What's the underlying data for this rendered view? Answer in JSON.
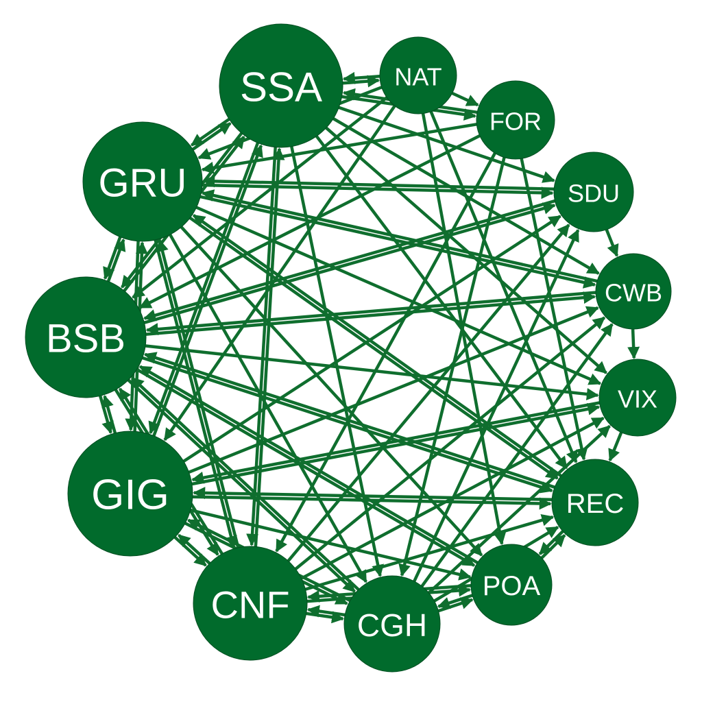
{
  "colors": {
    "node_fill": "#016b2c",
    "edge": "#0f6e2e",
    "label": "#ffffff",
    "background": "#ffffff"
  },
  "nodes": [
    {
      "id": "SSA",
      "label": "SSA"
    },
    {
      "id": "NAT",
      "label": "NAT"
    },
    {
      "id": "FOR",
      "label": "FOR"
    },
    {
      "id": "SDU",
      "label": "SDU"
    },
    {
      "id": "CWB",
      "label": "CWB"
    },
    {
      "id": "VIX",
      "label": "VIX"
    },
    {
      "id": "REC",
      "label": "REC"
    },
    {
      "id": "POA",
      "label": "POA"
    },
    {
      "id": "CGH",
      "label": "CGH"
    },
    {
      "id": "CNF",
      "label": "CNF"
    },
    {
      "id": "GIG",
      "label": "GIG"
    },
    {
      "id": "BSB",
      "label": "BSB"
    },
    {
      "id": "GRU",
      "label": "GRU"
    }
  ],
  "edges": [
    {
      "from": "SSA",
      "to": "NAT"
    },
    {
      "from": "NAT",
      "to": "SSA"
    },
    {
      "from": "SSA",
      "to": "FOR"
    },
    {
      "from": "FOR",
      "to": "SSA"
    },
    {
      "from": "SSA",
      "to": "GRU"
    },
    {
      "from": "GRU",
      "to": "SSA"
    },
    {
      "from": "SSA",
      "to": "BSB"
    },
    {
      "from": "BSB",
      "to": "SSA"
    },
    {
      "from": "SSA",
      "to": "CNF"
    },
    {
      "from": "CNF",
      "to": "SSA"
    },
    {
      "from": "SSA",
      "to": "GIG"
    },
    {
      "from": "GIG",
      "to": "SSA"
    },
    {
      "from": "SSA",
      "to": "CGH"
    },
    {
      "from": "SSA",
      "to": "REC"
    },
    {
      "from": "SSA",
      "to": "VIX"
    },
    {
      "from": "SSA",
      "to": "CWB"
    },
    {
      "from": "SSA",
      "to": "SDU"
    },
    {
      "from": "NAT",
      "to": "FOR"
    },
    {
      "from": "NAT",
      "to": "GRU"
    },
    {
      "from": "NAT",
      "to": "BSB"
    },
    {
      "from": "NAT",
      "to": "REC"
    },
    {
      "from": "NAT",
      "to": "POA"
    },
    {
      "from": "NAT",
      "to": "GIG"
    },
    {
      "from": "FOR",
      "to": "GRU"
    },
    {
      "from": "FOR",
      "to": "CGH"
    },
    {
      "from": "FOR",
      "to": "REC"
    },
    {
      "from": "FOR",
      "to": "BSB"
    },
    {
      "from": "FOR",
      "to": "CNF"
    },
    {
      "from": "GRU",
      "to": "SDU"
    },
    {
      "from": "SDU",
      "to": "GRU"
    },
    {
      "from": "GRU",
      "to": "CWB"
    },
    {
      "from": "CWB",
      "to": "GRU"
    },
    {
      "from": "GRU",
      "to": "VIX"
    },
    {
      "from": "GRU",
      "to": "REC"
    },
    {
      "from": "REC",
      "to": "GRU"
    },
    {
      "from": "GRU",
      "to": "POA"
    },
    {
      "from": "GRU",
      "to": "BSB"
    },
    {
      "from": "BSB",
      "to": "GRU"
    },
    {
      "from": "GRU",
      "to": "GIG"
    },
    {
      "from": "GIG",
      "to": "GRU"
    },
    {
      "from": "GRU",
      "to": "CNF"
    },
    {
      "from": "CNF",
      "to": "GRU"
    },
    {
      "from": "GRU",
      "to": "CGH"
    },
    {
      "from": "BSB",
      "to": "SDU"
    },
    {
      "from": "SDU",
      "to": "BSB"
    },
    {
      "from": "BSB",
      "to": "CWB"
    },
    {
      "from": "CWB",
      "to": "BSB"
    },
    {
      "from": "BSB",
      "to": "VIX"
    },
    {
      "from": "BSB",
      "to": "REC"
    },
    {
      "from": "REC",
      "to": "BSB"
    },
    {
      "from": "BSB",
      "to": "POA"
    },
    {
      "from": "POA",
      "to": "BSB"
    },
    {
      "from": "BSB",
      "to": "GIG"
    },
    {
      "from": "GIG",
      "to": "BSB"
    },
    {
      "from": "BSB",
      "to": "CNF"
    },
    {
      "from": "CNF",
      "to": "BSB"
    },
    {
      "from": "BSB",
      "to": "CGH"
    },
    {
      "from": "CGH",
      "to": "BSB"
    },
    {
      "from": "GIG",
      "to": "SDU"
    },
    {
      "from": "GIG",
      "to": "CWB"
    },
    {
      "from": "GIG",
      "to": "VIX"
    },
    {
      "from": "VIX",
      "to": "GIG"
    },
    {
      "from": "GIG",
      "to": "REC"
    },
    {
      "from": "REC",
      "to": "GIG"
    },
    {
      "from": "GIG",
      "to": "POA"
    },
    {
      "from": "GIG",
      "to": "CNF"
    },
    {
      "from": "CNF",
      "to": "GIG"
    },
    {
      "from": "GIG",
      "to": "CGH"
    },
    {
      "from": "CGH",
      "to": "GIG"
    },
    {
      "from": "CNF",
      "to": "CGH"
    },
    {
      "from": "CGH",
      "to": "CNF"
    },
    {
      "from": "CNF",
      "to": "POA"
    },
    {
      "from": "POA",
      "to": "CNF"
    },
    {
      "from": "CNF",
      "to": "REC"
    },
    {
      "from": "CNF",
      "to": "VIX"
    },
    {
      "from": "CNF",
      "to": "CWB"
    },
    {
      "from": "CNF",
      "to": "SDU"
    },
    {
      "from": "CGH",
      "to": "POA"
    },
    {
      "from": "POA",
      "to": "CGH"
    },
    {
      "from": "CGH",
      "to": "REC"
    },
    {
      "from": "CGH",
      "to": "SDU"
    },
    {
      "from": "CGH",
      "to": "CWB"
    },
    {
      "from": "CGH",
      "to": "VIX"
    },
    {
      "from": "POA",
      "to": "REC"
    },
    {
      "from": "SDU",
      "to": "CWB"
    },
    {
      "from": "CWB",
      "to": "VIX"
    },
    {
      "from": "VIX",
      "to": "REC"
    },
    {
      "from": "REC",
      "to": "POA"
    }
  ]
}
